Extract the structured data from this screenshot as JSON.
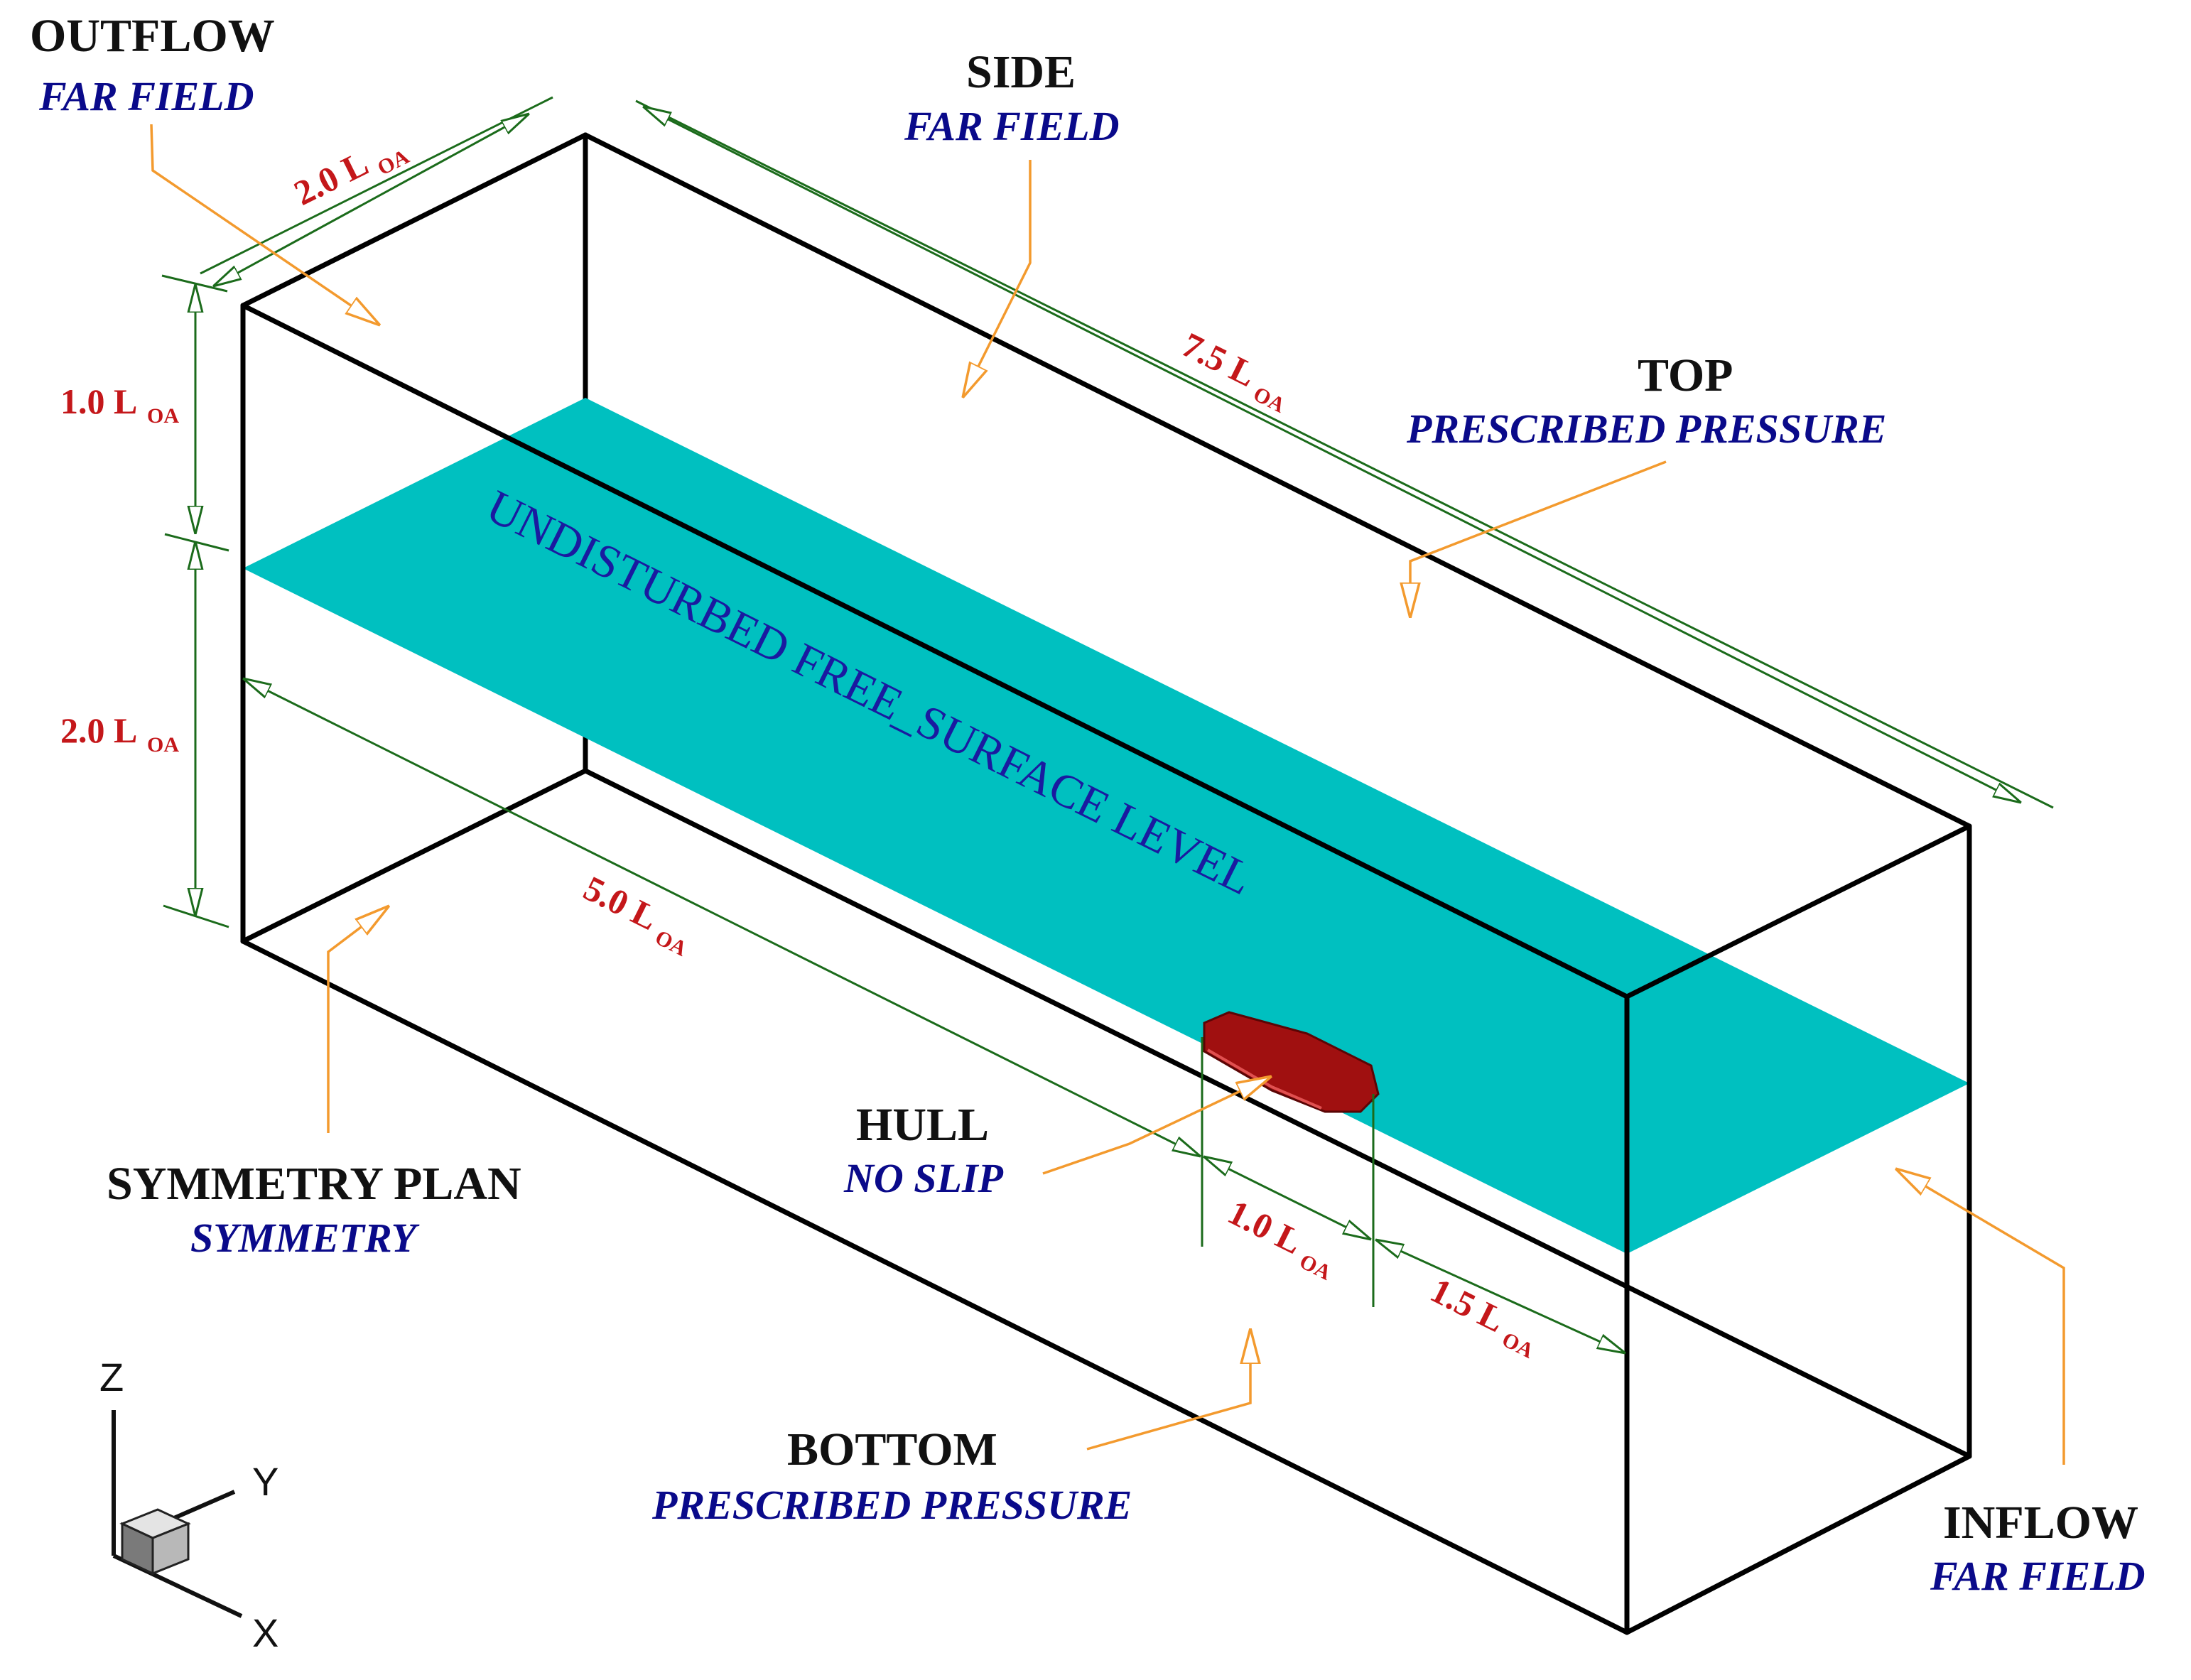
{
  "labels": {
    "outflow": {
      "name": "OUTFLOW",
      "bc": "FAR FIELD"
    },
    "side": {
      "name": "SIDE",
      "bc": "FAR FIELD"
    },
    "top": {
      "name": "TOP",
      "bc": "PRESCRIBED PRESSURE"
    },
    "hull": {
      "name": "HULL",
      "bc": "NO SLIP"
    },
    "symmetry": {
      "name": "SYMMETRY PLAN",
      "bc": "SYMMETRY"
    },
    "bottom": {
      "name": "BOTTOM",
      "bc": "PRESCRIBED PRESSURE"
    },
    "inflow": {
      "name": "INFLOW",
      "bc": "FAR FIELD"
    },
    "free_surface": "UNDISTURBED FREE_SURFACE LEVEL"
  },
  "dimensions": {
    "width": {
      "value": "2.0 L",
      "sub": "OA"
    },
    "length": {
      "value": "7.5 L",
      "sub": "OA"
    },
    "height_top": {
      "value": "1.0 L",
      "sub": "OA"
    },
    "height_bottom": {
      "value": "2.0 L",
      "sub": "OA"
    },
    "upstream": {
      "value": "5.0 L",
      "sub": "OA"
    },
    "hull_length": {
      "value": "1.0 L",
      "sub": "OA"
    },
    "downstream": {
      "value": "1.5 L",
      "sub": "OA"
    }
  },
  "axes": {
    "z": "Z",
    "y": "Y",
    "x": "X"
  },
  "colors": {
    "free_surface": "#00c0c0",
    "hull": "#a01010",
    "dimension_lines": "#1b6b1b",
    "leader_arrows": "#f39a2e",
    "bc_text": "#0a0a8a",
    "dimension_text": "#c4171a"
  }
}
